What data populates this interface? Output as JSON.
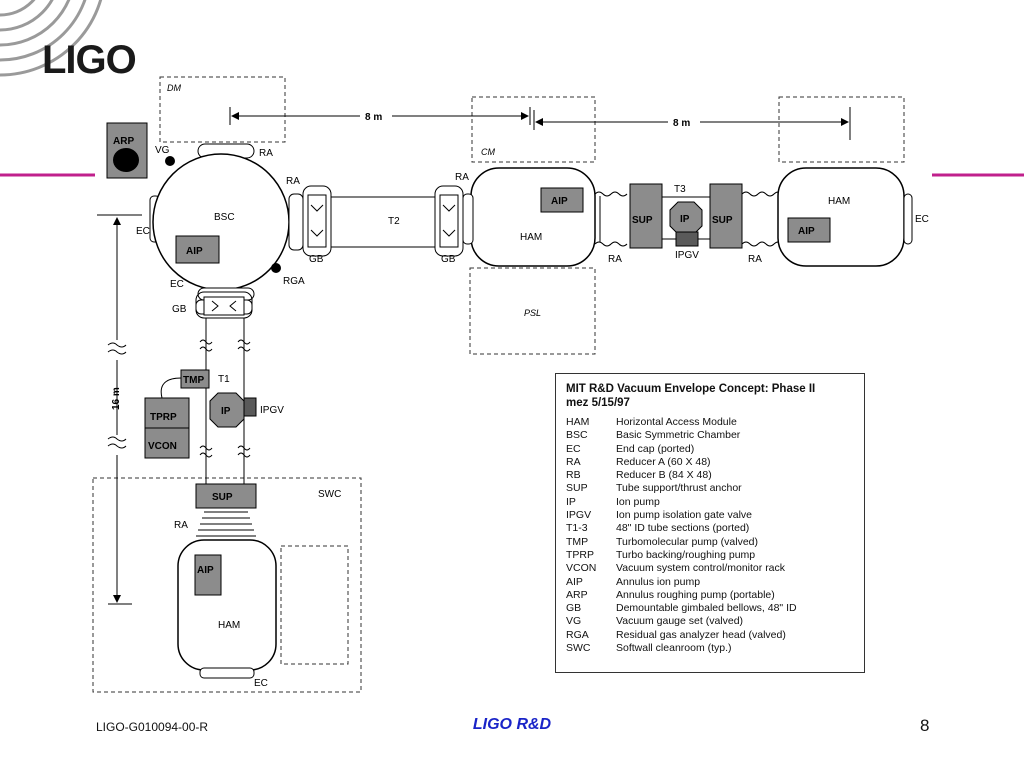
{
  "logo": {
    "text": "LIGO"
  },
  "colors": {
    "accent_line": "#c0208c",
    "footer_title": "#1a24c8",
    "component_fill": "#8c8c8c",
    "component_fill_dark": "#5a5a5a"
  },
  "dimensions": {
    "top_left": "8 m",
    "top_right": "8 m",
    "vertical": "16 m"
  },
  "regions": {
    "dm": "DM",
    "cm": "CM",
    "psl": "PSL",
    "swc": "SWC"
  },
  "components": {
    "arp": "ARP",
    "vg": "VG",
    "ra_top": "RA",
    "ra_bsc_right": "RA",
    "bsc": "BSC",
    "ec_bsc_left": "EC",
    "aip_bsc": "AIP",
    "ec_bsc_bottom": "EC",
    "rga": "RGA",
    "gb_bsc_right": "GB",
    "t2": "T2",
    "gb_ham_left": "GB",
    "ra_ham_center_left": "RA",
    "aip_ham_center": "AIP",
    "ham_center": "HAM",
    "t3": "T3",
    "sup_left": "SUP",
    "ip_t3": "IP",
    "sup_right": "SUP",
    "ra_ham_center_right": "RA",
    "ipgv_t3": "IPGV",
    "ra_ham_right_left": "RA",
    "ham_right": "HAM",
    "aip_ham_right": "AIP",
    "ec_right": "EC",
    "gb_bsc_bottom": "GB",
    "tmp": "TMP",
    "t1": "T1",
    "tprp": "TPRP",
    "ip_t1": "IP",
    "ipgv_t1": "IPGV",
    "vcon": "VCON",
    "sup_bottom": "SUP",
    "ra_bottom": "RA",
    "aip_ham_bottom": "AIP",
    "ham_bottom": "HAM",
    "ec_bottom": "EC"
  },
  "legend": {
    "title": "MIT R&D Vacuum Envelope Concept: Phase II\nmez 5/15/97",
    "items": [
      {
        "abbr": "HAM",
        "desc": "Horizontal Access Module"
      },
      {
        "abbr": "BSC",
        "desc": "Basic Symmetric Chamber"
      },
      {
        "abbr": "EC",
        "desc": "End cap (ported)"
      },
      {
        "abbr": "RA",
        "desc": "Reducer A (60 X 48)"
      },
      {
        "abbr": "RB",
        "desc": "Reducer B (84 X 48)"
      },
      {
        "abbr": "SUP",
        "desc": "Tube support/thrust anchor"
      },
      {
        "abbr": "IP",
        "desc": "Ion pump"
      },
      {
        "abbr": "IPGV",
        "desc": "Ion pump isolation gate valve"
      },
      {
        "abbr": "T1-3",
        "desc": "48\" ID tube sections (ported)"
      },
      {
        "abbr": "TMP",
        "desc": "Turbomolecular pump (valved)"
      },
      {
        "abbr": "TPRP",
        "desc": "Turbo backing/roughing pump"
      },
      {
        "abbr": "VCON",
        "desc": "Vacuum system control/monitor rack"
      },
      {
        "abbr": "AIP",
        "desc": "Annulus ion pump"
      },
      {
        "abbr": "ARP",
        "desc": "Annulus roughing pump (portable)"
      },
      {
        "abbr": "GB",
        "desc": "Demountable gimbaled bellows, 48\" ID"
      },
      {
        "abbr": "VG",
        "desc": "Vacuum gauge set (valved)"
      },
      {
        "abbr": "RGA",
        "desc": "Residual gas analyzer head (valved)"
      },
      {
        "abbr": "SWC",
        "desc": "Softwall cleanroom (typ.)"
      }
    ]
  },
  "footer": {
    "doc_id": "LIGO-G010094-00-R",
    "title": "LIGO R&D",
    "page": "8"
  }
}
